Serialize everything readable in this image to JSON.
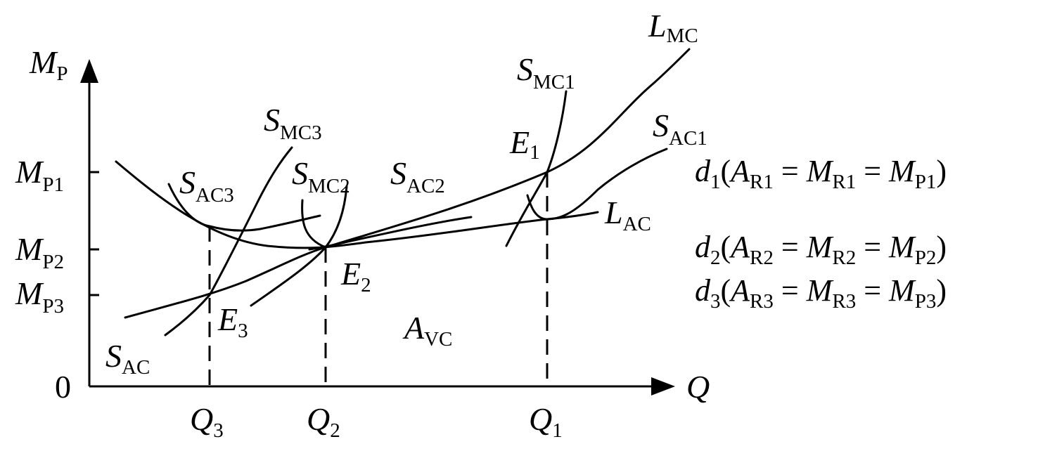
{
  "axes": {
    "origin": "0",
    "y_axis": {
      "main": "M",
      "sub": "P"
    },
    "x_axis": {
      "main": "Q"
    }
  },
  "y_ticks": [
    {
      "main": "M",
      "sub": "P1"
    },
    {
      "main": "M",
      "sub": "P2"
    },
    {
      "main": "M",
      "sub": "P3"
    }
  ],
  "x_ticks": [
    {
      "main": "Q",
      "sub": "3"
    },
    {
      "main": "Q",
      "sub": "2"
    },
    {
      "main": "Q",
      "sub": "1"
    }
  ],
  "curve_labels": {
    "lmc": {
      "main": "L",
      "sub": "MC"
    },
    "lac": {
      "main": "L",
      "sub": "AC"
    },
    "smc1": {
      "main": "S",
      "sub": "MC1"
    },
    "sac1": {
      "main": "S",
      "sub": "AC1"
    },
    "smc2": {
      "main": "S",
      "sub": "MC2"
    },
    "sac2": {
      "main": "S",
      "sub": "AC2"
    },
    "smc3": {
      "main": "S",
      "sub": "MC3"
    },
    "sac3": {
      "main": "S",
      "sub": "AC3"
    },
    "sac": {
      "main": "S",
      "sub": "AC"
    },
    "avc": {
      "main": "A",
      "sub": "VC"
    }
  },
  "points": {
    "e1": {
      "main": "E",
      "sub": "1"
    },
    "e2": {
      "main": "E",
      "sub": "2"
    },
    "e3": {
      "main": "E",
      "sub": "3"
    }
  },
  "demand_lines": [
    {
      "d": "d",
      "dsub": "1",
      "open": "(",
      "a": "A",
      "asub": "R1",
      "eq1": " = ",
      "m": "M",
      "msub": "R1",
      "eq2": " = ",
      "p": "M",
      "psub": "P1",
      "close": ")"
    },
    {
      "d": "d",
      "dsub": "2",
      "open": "(",
      "a": "A",
      "asub": "R2",
      "eq1": " = ",
      "m": "M",
      "msub": "R2",
      "eq2": " = ",
      "p": "M",
      "psub": "P2",
      "close": ")"
    },
    {
      "d": "d",
      "dsub": "3",
      "open": "(",
      "a": "A",
      "asub": "R3",
      "eq1": " = ",
      "m": "M",
      "msub": "R3",
      "eq2": " = ",
      "p": "M",
      "psub": "P3",
      "close": ")"
    }
  ]
}
